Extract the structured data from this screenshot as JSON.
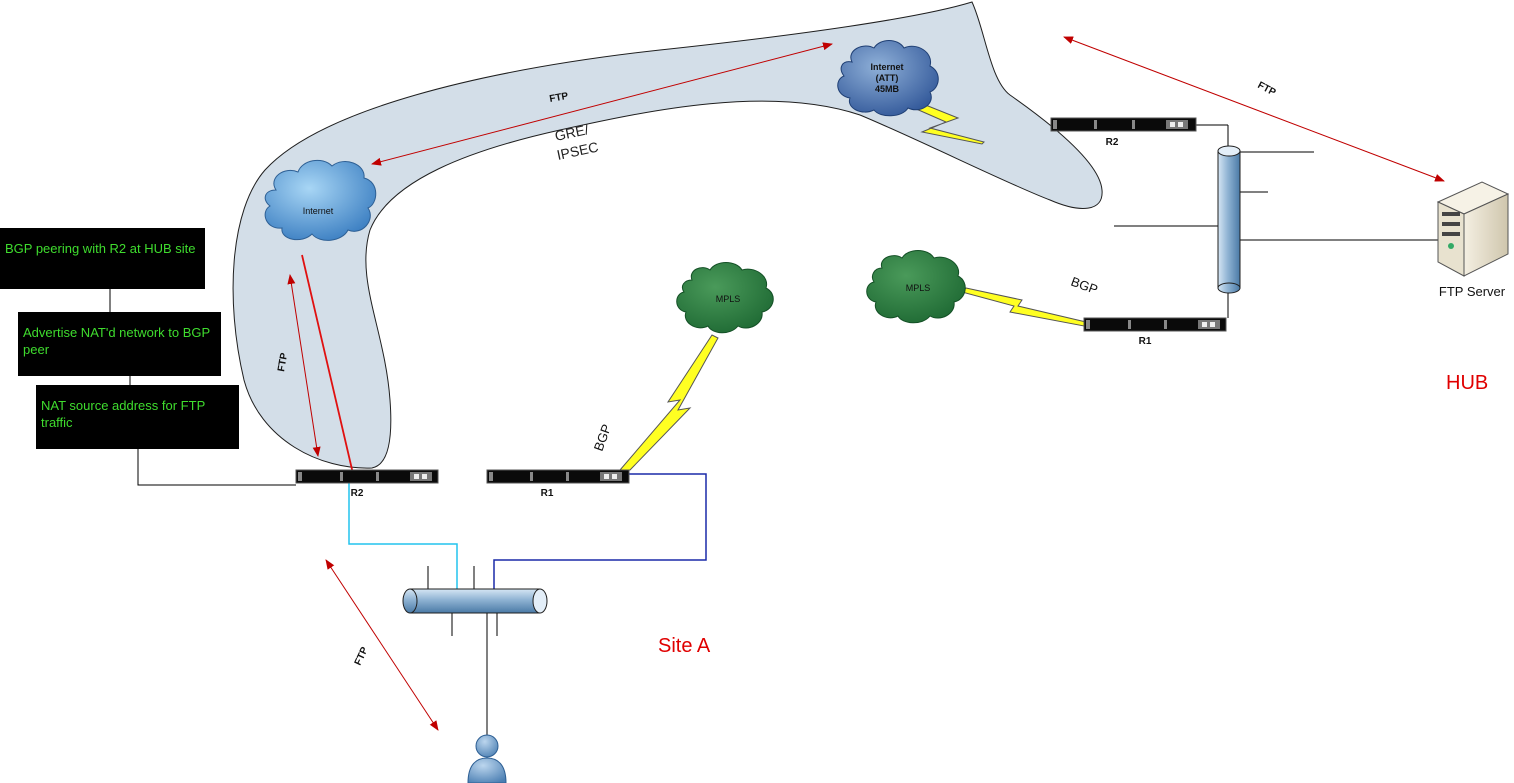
{
  "notes": {
    "bgp_peering": "BGP peering with R2 at HUB site",
    "advertise_nat": "Advertise NAT'd network to BGP peer",
    "nat_source": "NAT source address for FTP traffic"
  },
  "tunnel": {
    "label_line1": "GRE/",
    "label_line2": "IPSEC"
  },
  "clouds": {
    "internet_site": "Internet",
    "internet_hub_line1": "Internet",
    "internet_hub_line2": "(ATT)",
    "internet_hub_line3": "45MB",
    "mpls_site": "MPLS",
    "mpls_hub": "MPLS"
  },
  "routers": {
    "site_r2": "R2",
    "site_r1": "R1",
    "hub_r2": "R2",
    "hub_r1": "R1"
  },
  "links": {
    "ftp_tunnel": "FTP",
    "ftp_site_vertical": "FTP",
    "ftp_user": "FTP",
    "ftp_hub": "FTP",
    "bgp_site": "BGP",
    "bgp_hub": "BGP"
  },
  "server": {
    "label": "FTP Server"
  },
  "sites": {
    "hub": "HUB",
    "site_a": "Site A"
  },
  "colors": {
    "ftp_arrow": "#c00000",
    "site_label": "#e00000",
    "tunnel_fill": "#d3dee8",
    "note_text": "#3fdc2e",
    "cyan_link": "#22c4ee",
    "blue_link": "#1a2aa8"
  }
}
